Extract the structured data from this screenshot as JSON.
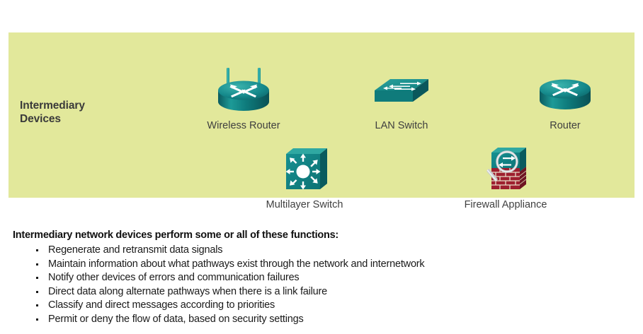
{
  "banner": {
    "background_color": "#e2e89b",
    "section_label_line1": "Intermediary",
    "section_label_line2": "Devices",
    "devices": [
      {
        "id": "wireless-router",
        "label": "Wireless Router",
        "icon": "wireless-router-icon"
      },
      {
        "id": "lan-switch",
        "label": "LAN Switch",
        "icon": "lan-switch-icon"
      },
      {
        "id": "router",
        "label": "Router",
        "icon": "router-icon"
      },
      {
        "id": "multilayer-switch",
        "label": "Multilayer Switch",
        "icon": "multilayer-switch-icon"
      },
      {
        "id": "firewall",
        "label": "Firewall Appliance",
        "icon": "firewall-appliance-icon"
      }
    ]
  },
  "content": {
    "heading": "Intermediary network devices perform some or all of these functions:",
    "bullets": [
      "Regenerate and retransmit data signals",
      "Maintain information about what pathways exist through the network and internetwork",
      "Notify other devices of errors and communication failures",
      "Direct data along alternate pathways when there is a link failure",
      "Classify and direct messages according to priorities",
      "Permit or deny the flow of data, based on security settings"
    ]
  },
  "colors": {
    "banner_bg": "#e2e89b",
    "device_teal": "#14868a",
    "device_teal_dark": "#0c5c61",
    "device_teal_light": "#37a6a3",
    "brick_red": "#9e1f2f",
    "label_text": "#3f3f3f",
    "heading_text": "#111111"
  }
}
